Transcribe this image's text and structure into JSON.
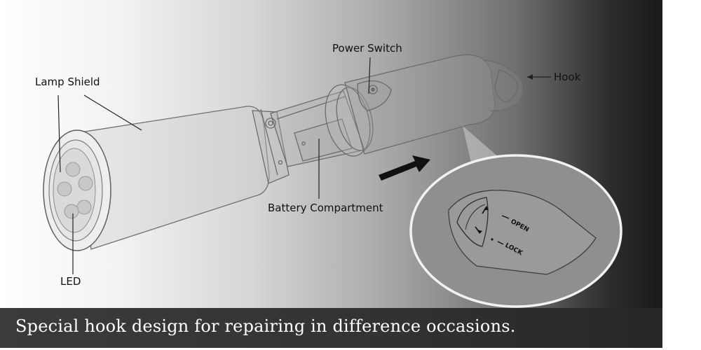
{
  "labels": {
    "lamp_shield": "Lamp Shield",
    "power_switch": "Power Switch",
    "hook": "Hook",
    "battery_compartment": "Battery Compartment",
    "led": "LED",
    "open": "OPEN",
    "lock": "LOCK"
  },
  "caption": "Special hook design for repairing in difference occasions."
}
